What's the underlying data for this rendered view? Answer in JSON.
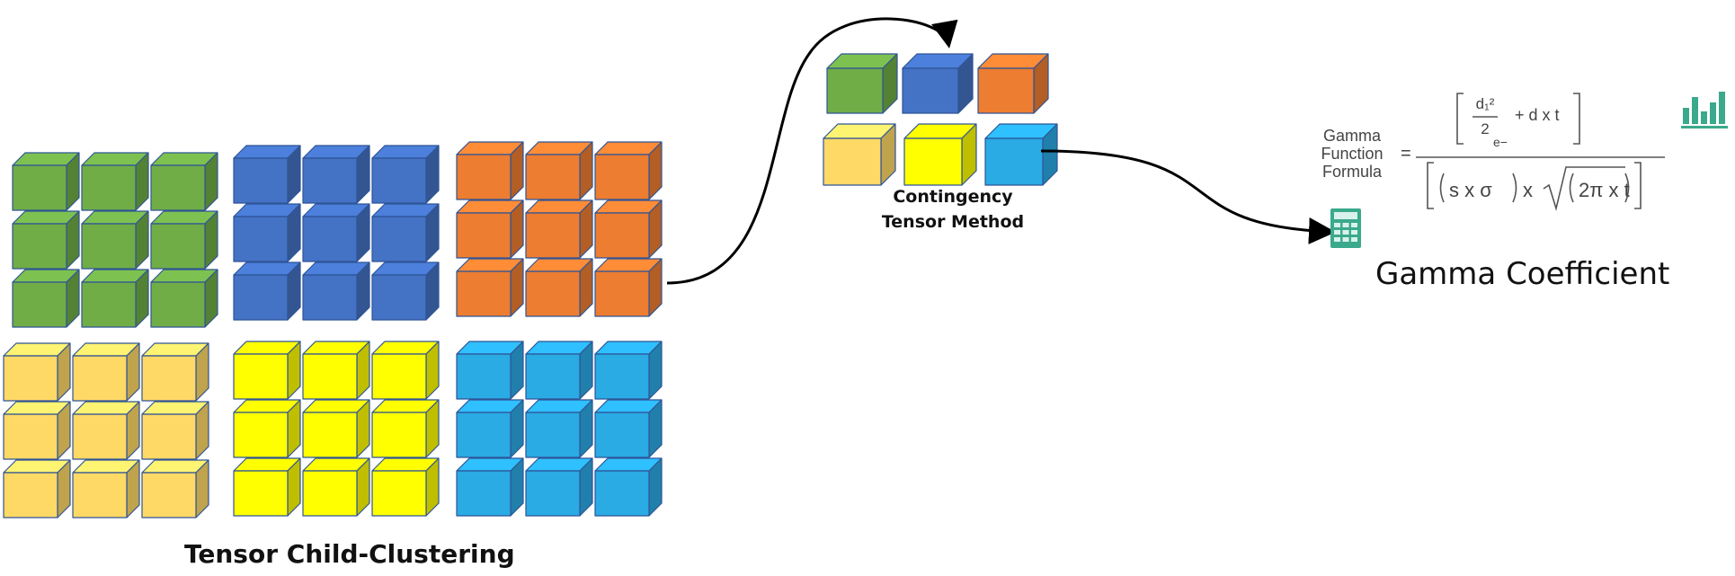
{
  "cluster_caption": "Tensor Child-Clustering",
  "method_caption_line1": "Contingency",
  "method_caption_line2": "Tensor Method",
  "coefficient_caption": "Gamma Coefficient",
  "formula": {
    "label_line1": "Gamma",
    "label_line2": "Function",
    "label_line3": "Formula",
    "equals": "=",
    "exp_base": "e−",
    "exp_numerator": "d₁²",
    "exp_denominator": "2",
    "exp_term": "+ d x t",
    "den_left": "s x σ",
    "den_operator": "x",
    "den_right": "2π x t"
  },
  "colors": {
    "green": "#70AD47",
    "blue": "#4472C4",
    "orange": "#ED7D31",
    "light_yellow": "#FFD966",
    "yellow": "#FFFF00",
    "sky_blue": "#2AABE4",
    "teal_icon": "#3BA98C",
    "cube_outline": "#2F5496"
  },
  "icons": {
    "calculator": "calculator-icon",
    "chart": "bar-chart-icon"
  }
}
